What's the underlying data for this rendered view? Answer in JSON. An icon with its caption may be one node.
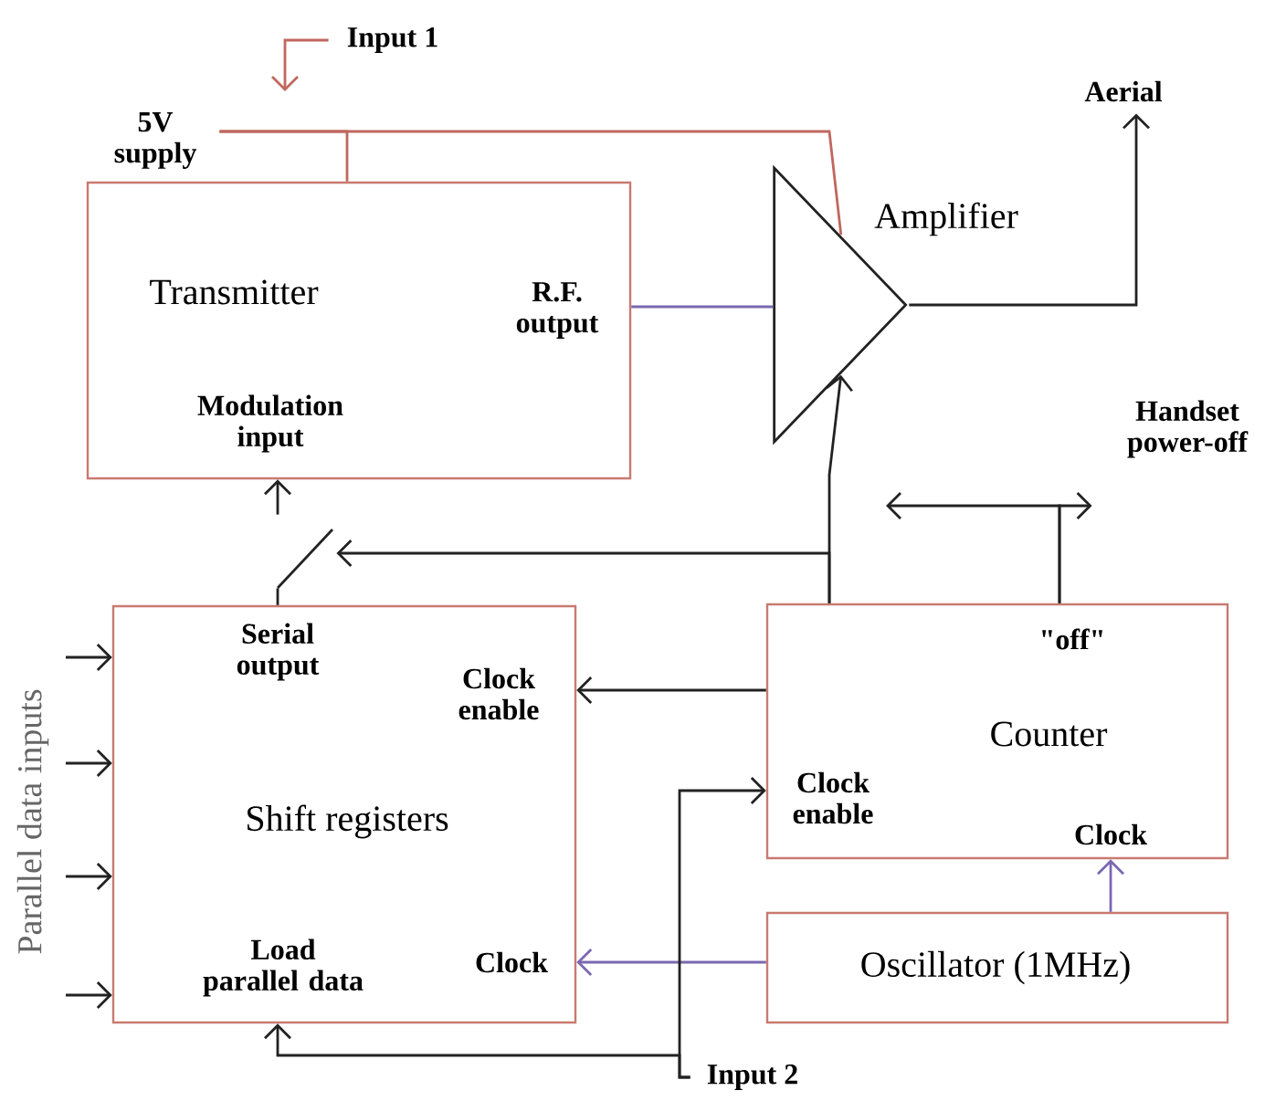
{
  "diagram": {
    "nodes": [
      {
        "text": [
          "Transmitter",
          "R.F. output",
          "Modulation input"
        ]
      },
      {
        "text": [
          "Amplifier"
        ]
      },
      {
        "text": [
          "Serial output",
          "Clock enable",
          "Shift registers",
          "Load parallel data",
          "Clock"
        ]
      },
      {
        "text": [
          "\"off\"",
          "Counter",
          "Clock enable",
          "Clock"
        ]
      },
      {
        "text": [
          "Oscillator (1MHz)"
        ]
      },
      {
        "text": [
          "5V supply"
        ]
      },
      {
        "text": [
          "Input 1"
        ]
      },
      {
        "text": [
          "Aerial"
        ]
      },
      {
        "text": [
          "Handset power-off"
        ]
      },
      {
        "text": [
          "Input 2"
        ]
      },
      {
        "text": [],
        "shape": "switch"
      }
    ],
    "edges": [
      {
        "from": 5,
        "to": 0,
        "arrow": "none",
        "color": "#c0675f"
      },
      {
        "from": 5,
        "to": 1,
        "arrow": "none",
        "color": "#c0675f"
      },
      {
        "from": 6,
        "to": null,
        "arrow": "to",
        "color": "#c0675f"
      },
      {
        "from": 0,
        "to": 1,
        "arrow": "none",
        "color": "#7b68b0"
      },
      {
        "from": 1,
        "to": 7,
        "arrow": "to"
      },
      {
        "from": 3,
        "to": 8,
        "arrow": "to"
      },
      {
        "from": 3,
        "to": null,
        "arrow": "to"
      },
      {
        "from": 3,
        "to": 10,
        "arrow": "to"
      },
      {
        "from": 3,
        "to": 1,
        "arrow": "to"
      },
      {
        "from": 2,
        "to": 10,
        "arrow": "none"
      },
      {
        "from": 10,
        "to": 0,
        "arrow": "to"
      },
      {
        "from": 3,
        "to": 2,
        "arrow": "to"
      },
      {
        "from": 4,
        "to": 2,
        "arrow": "to",
        "color": "#7b68b0"
      },
      {
        "from": 4,
        "to": 3,
        "arrow": "to",
        "color": "#7b68b0"
      },
      {
        "from": 9,
        "to": 3,
        "arrow": "to"
      },
      {
        "from": 9,
        "to": 2,
        "arrow": "to"
      },
      {
        "from": null,
        "to": 2,
        "arrow": "to"
      },
      {
        "from": null,
        "to": 2,
        "arrow": "to"
      },
      {
        "from": null,
        "to": 2,
        "arrow": "to"
      },
      {
        "from": null,
        "to": 2,
        "arrow": "to"
      }
    ],
    "labels": [
      "Parallel data inputs"
    ]
  }
}
